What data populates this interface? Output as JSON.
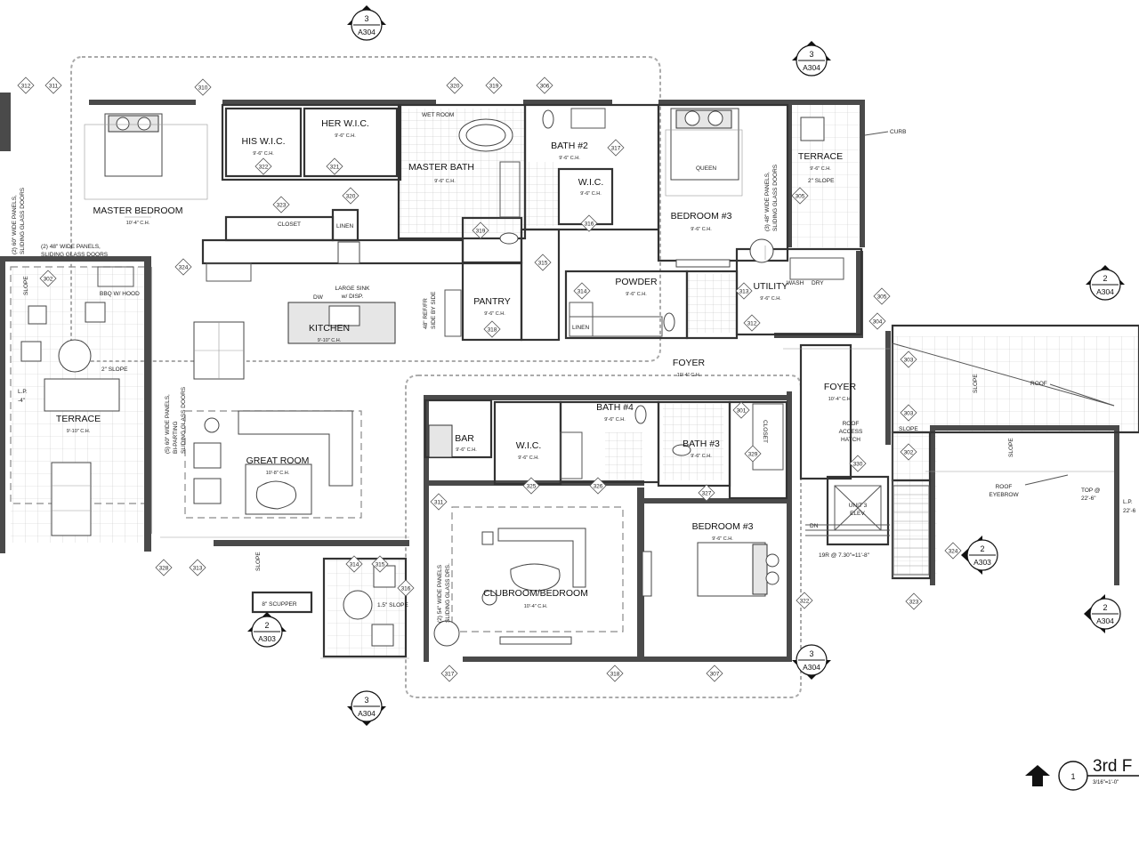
{
  "rooms": {
    "master_bedroom": {
      "name": "MASTER BEDROOM",
      "ch": "10'-4\" C.H."
    },
    "his_wic": {
      "name": "HIS W.I.C.",
      "ch": "9'-6\" C.H."
    },
    "her_wic": {
      "name": "HER W.I.C.",
      "ch": "9'-6\" C.H."
    },
    "wet_room": {
      "name": "WET ROOM"
    },
    "master_bath": {
      "name": "MASTER BATH",
      "ch": "9'-6\" C.H."
    },
    "bath2": {
      "name": "BATH #2",
      "ch": "9'-6\" C.H."
    },
    "wic_bath2": {
      "name": "W.I.C.",
      "ch": "9'-6\" C.H."
    },
    "bedroom3_north": {
      "name": "BEDROOM #3",
      "ch": "9'-6\" C.H."
    },
    "terrace_ne": {
      "name": "TERRACE",
      "ch": "9'-6\" C.H."
    },
    "closet": {
      "name": "CLOSET"
    },
    "linen_master": {
      "name": "LINEN"
    },
    "kitchen": {
      "name": "KITCHEN",
      "ch": "9'-10\" C.H."
    },
    "pantry": {
      "name": "PANTRY",
      "ch": "9'-6\" C.H."
    },
    "powder": {
      "name": "POWDER",
      "ch": "9'-6\" C.H."
    },
    "linen_powder": {
      "name": "LINEN"
    },
    "utility": {
      "name": "UTILITY",
      "ch": "9'-6\" C.H."
    },
    "terrace_w": {
      "name": "TERRACE",
      "ch": "9'-10\" C.H."
    },
    "foyer_main": {
      "name": "FOYER",
      "ch": "10'-4\" C.H."
    },
    "foyer_east": {
      "name": "FOYER",
      "ch": "10'-4\" C.H."
    },
    "great_room": {
      "name": "GREAT ROOM",
      "ch": "10'-8\" C.H."
    },
    "bar": {
      "name": "BAR",
      "ch": "9'-6\" C.H."
    },
    "wic_south": {
      "name": "W.I.C.",
      "ch": "9'-6\" C.H."
    },
    "bath4": {
      "name": "BATH #4",
      "ch": "9'-6\" C.H."
    },
    "bath3": {
      "name": "BATH #3",
      "ch": "9'-6\" C.H."
    },
    "closet_south": {
      "name": "CLOSET"
    },
    "clubroom": {
      "name": "CLUBROOM/BEDROOM",
      "ch": "10'-4\" C.H."
    },
    "bedroom3_south": {
      "name": "BEDROOM #3",
      "ch": "9'-6\" C.H."
    },
    "elevator": {
      "name": "UNIT 3",
      "sub": "ELEV."
    }
  },
  "notes": {
    "large_sink": "LARGE SINK",
    "disp": "w/ DISP.",
    "dw": "DW",
    "queen": "QUEEN",
    "wash": "WASH",
    "dry": "DRY",
    "bbq": "BBQ W/ HOOD",
    "ref_side": "48\" REF/FR",
    "ref_side2": "SIDE BY SIDE",
    "roof_hatch1": "ROOF",
    "roof_hatch2": "ACCESS",
    "roof_hatch3": "HATCH",
    "roof": "ROOF",
    "roof_eyebrow1": "ROOF",
    "roof_eyebrow2": "EYEBROW",
    "top1": "TOP @",
    "top2": "22'-6\"",
    "lp_east1": "L.P.",
    "lp_east2": "22'-6",
    "lp_west1": "L.P.",
    "lp_west2": "-4\"",
    "curb": "CURB",
    "scupper": "8\" SCUPPER",
    "slope": "SLOPE",
    "slope2": "2\" SLOPE",
    "slope15": "1.5\" SLOPE",
    "stairs": "19R @ 7.30\"=11'-8\"",
    "dn": "DN",
    "panels_master1": "(2) 60\" WIDE PANELS,",
    "panels_master2": "SLIDING GLASS DOORS",
    "panels_48_1": "(2) 48\" WIDE PANELS,",
    "panels_48_2": "SLIDING GLASS DOORS",
    "panels_bed3_1": "(3) 48\" WIDE PANELS,",
    "panels_bed3_2": "SLIDING GLASS DOORS",
    "panels_great1": "(5) 60\" WIDE PANELS,",
    "panels_great2": "BI-PARTING",
    "panels_great3": "SLIDING GLASS DOORS",
    "panels_club1": "(2) 54\" WIDE PANELS",
    "panels_club2": "SLIDING GLASS DRS."
  },
  "sections": [
    {
      "num": "3",
      "ref": "A304"
    },
    {
      "num": "3",
      "ref": "A304"
    },
    {
      "num": "2",
      "ref": "A304"
    },
    {
      "num": "2",
      "ref": "A303"
    },
    {
      "num": "2",
      "ref": "A303"
    },
    {
      "num": "3",
      "ref": "A304"
    },
    {
      "num": "3",
      "ref": "A304"
    },
    {
      "num": "2",
      "ref": "A304"
    }
  ],
  "tags": [
    "312",
    "311",
    "310",
    "320",
    "319",
    "306",
    "322",
    "321",
    "323",
    "320",
    "317",
    "316",
    "305",
    "324",
    "302",
    "319",
    "315",
    "314",
    "313",
    "312",
    "305",
    "304",
    "318",
    "303",
    "303",
    "302",
    "301",
    "329",
    "330",
    "311",
    "325",
    "326",
    "327",
    "328",
    "313",
    "314",
    "315",
    "316",
    "317",
    "318",
    "307",
    "322",
    "323",
    "324"
  ],
  "title": {
    "number": "1",
    "text": "3rd F",
    "scale": "3/16\"=1'-0\""
  }
}
